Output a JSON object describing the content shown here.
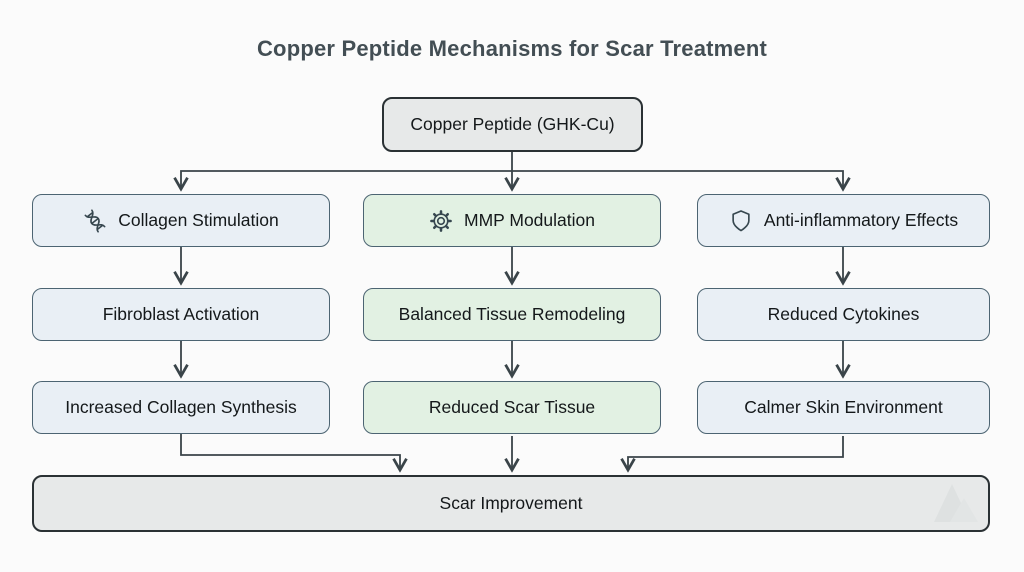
{
  "title": "Copper Peptide Mechanisms for Scar Treatment",
  "diagram": {
    "root": "Copper Peptide (GHK-Cu)",
    "branches": [
      {
        "icon": "dna-icon",
        "head": "Collagen Stimulation",
        "step2": "Fibroblast Activation",
        "step3": "Increased Collagen Synthesis"
      },
      {
        "icon": "gear-icon",
        "head": "MMP Modulation",
        "step2": "Balanced Tissue Remodeling",
        "step3": "Reduced Scar Tissue"
      },
      {
        "icon": "shield-icon",
        "head": "Anti-inflammatory Effects",
        "step2": "Reduced Cytokines",
        "step3": "Calmer Skin Environment"
      }
    ],
    "outcome": "Scar Improvement"
  },
  "colors": {
    "background": "#fbfbfb",
    "neutral-fill": "#e7e9e9",
    "neutral-border": "#2a3134",
    "blue-fill": "#e9eff5",
    "green-fill": "#e2f1e3",
    "branch-border": "#4c6472",
    "connector": "#3a4449",
    "icon": "#37474f",
    "text": "#14181a",
    "title": "#434e54"
  }
}
